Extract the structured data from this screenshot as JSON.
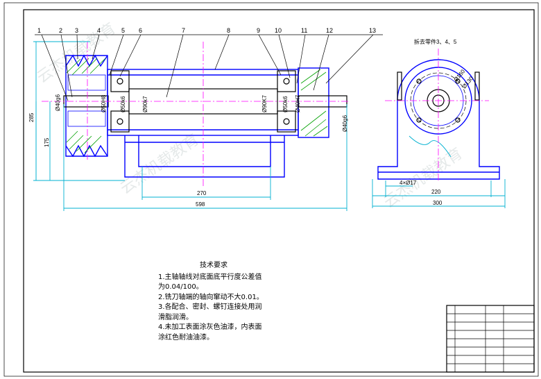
{
  "part_labels": [
    "1",
    "2",
    "3",
    "4",
    "5",
    "6",
    "7",
    "8",
    "9",
    "10",
    "11",
    "12",
    "13"
  ],
  "side_view_note": "拆去零件3、4、5",
  "dims": {
    "d40g6_left": "Ø40g6",
    "d50h8": "Ø50H8",
    "d50k6_left": "Ø50k6",
    "d90k7_left": "Ø90k7",
    "d90k7_right": "Ø90K7",
    "d50k6_right": "Ø50k6",
    "d40h7": "Ø40H7",
    "d40g6_right": "Ø40g6",
    "h285": "285",
    "h175": "175",
    "w270": "270",
    "w598": "598",
    "d160": "Ø160",
    "d130": "Ø130",
    "holes": "4×Ø17",
    "w220": "220",
    "w300": "300"
  },
  "notes": {
    "title": "技术要求",
    "lines": [
      "1.主轴轴线对底面底平行度公差值",
      "为0.04/100。",
      "2.铣刀轴端的轴向窜动不大0.01。",
      "3.各配合、密封、螺钉连接处用润",
      "滑脂润滑。",
      "4.未加工表面涂灰色油漆，内表面",
      "涂红色耐油油漆。"
    ]
  },
  "watermark": "云杰机载教育"
}
